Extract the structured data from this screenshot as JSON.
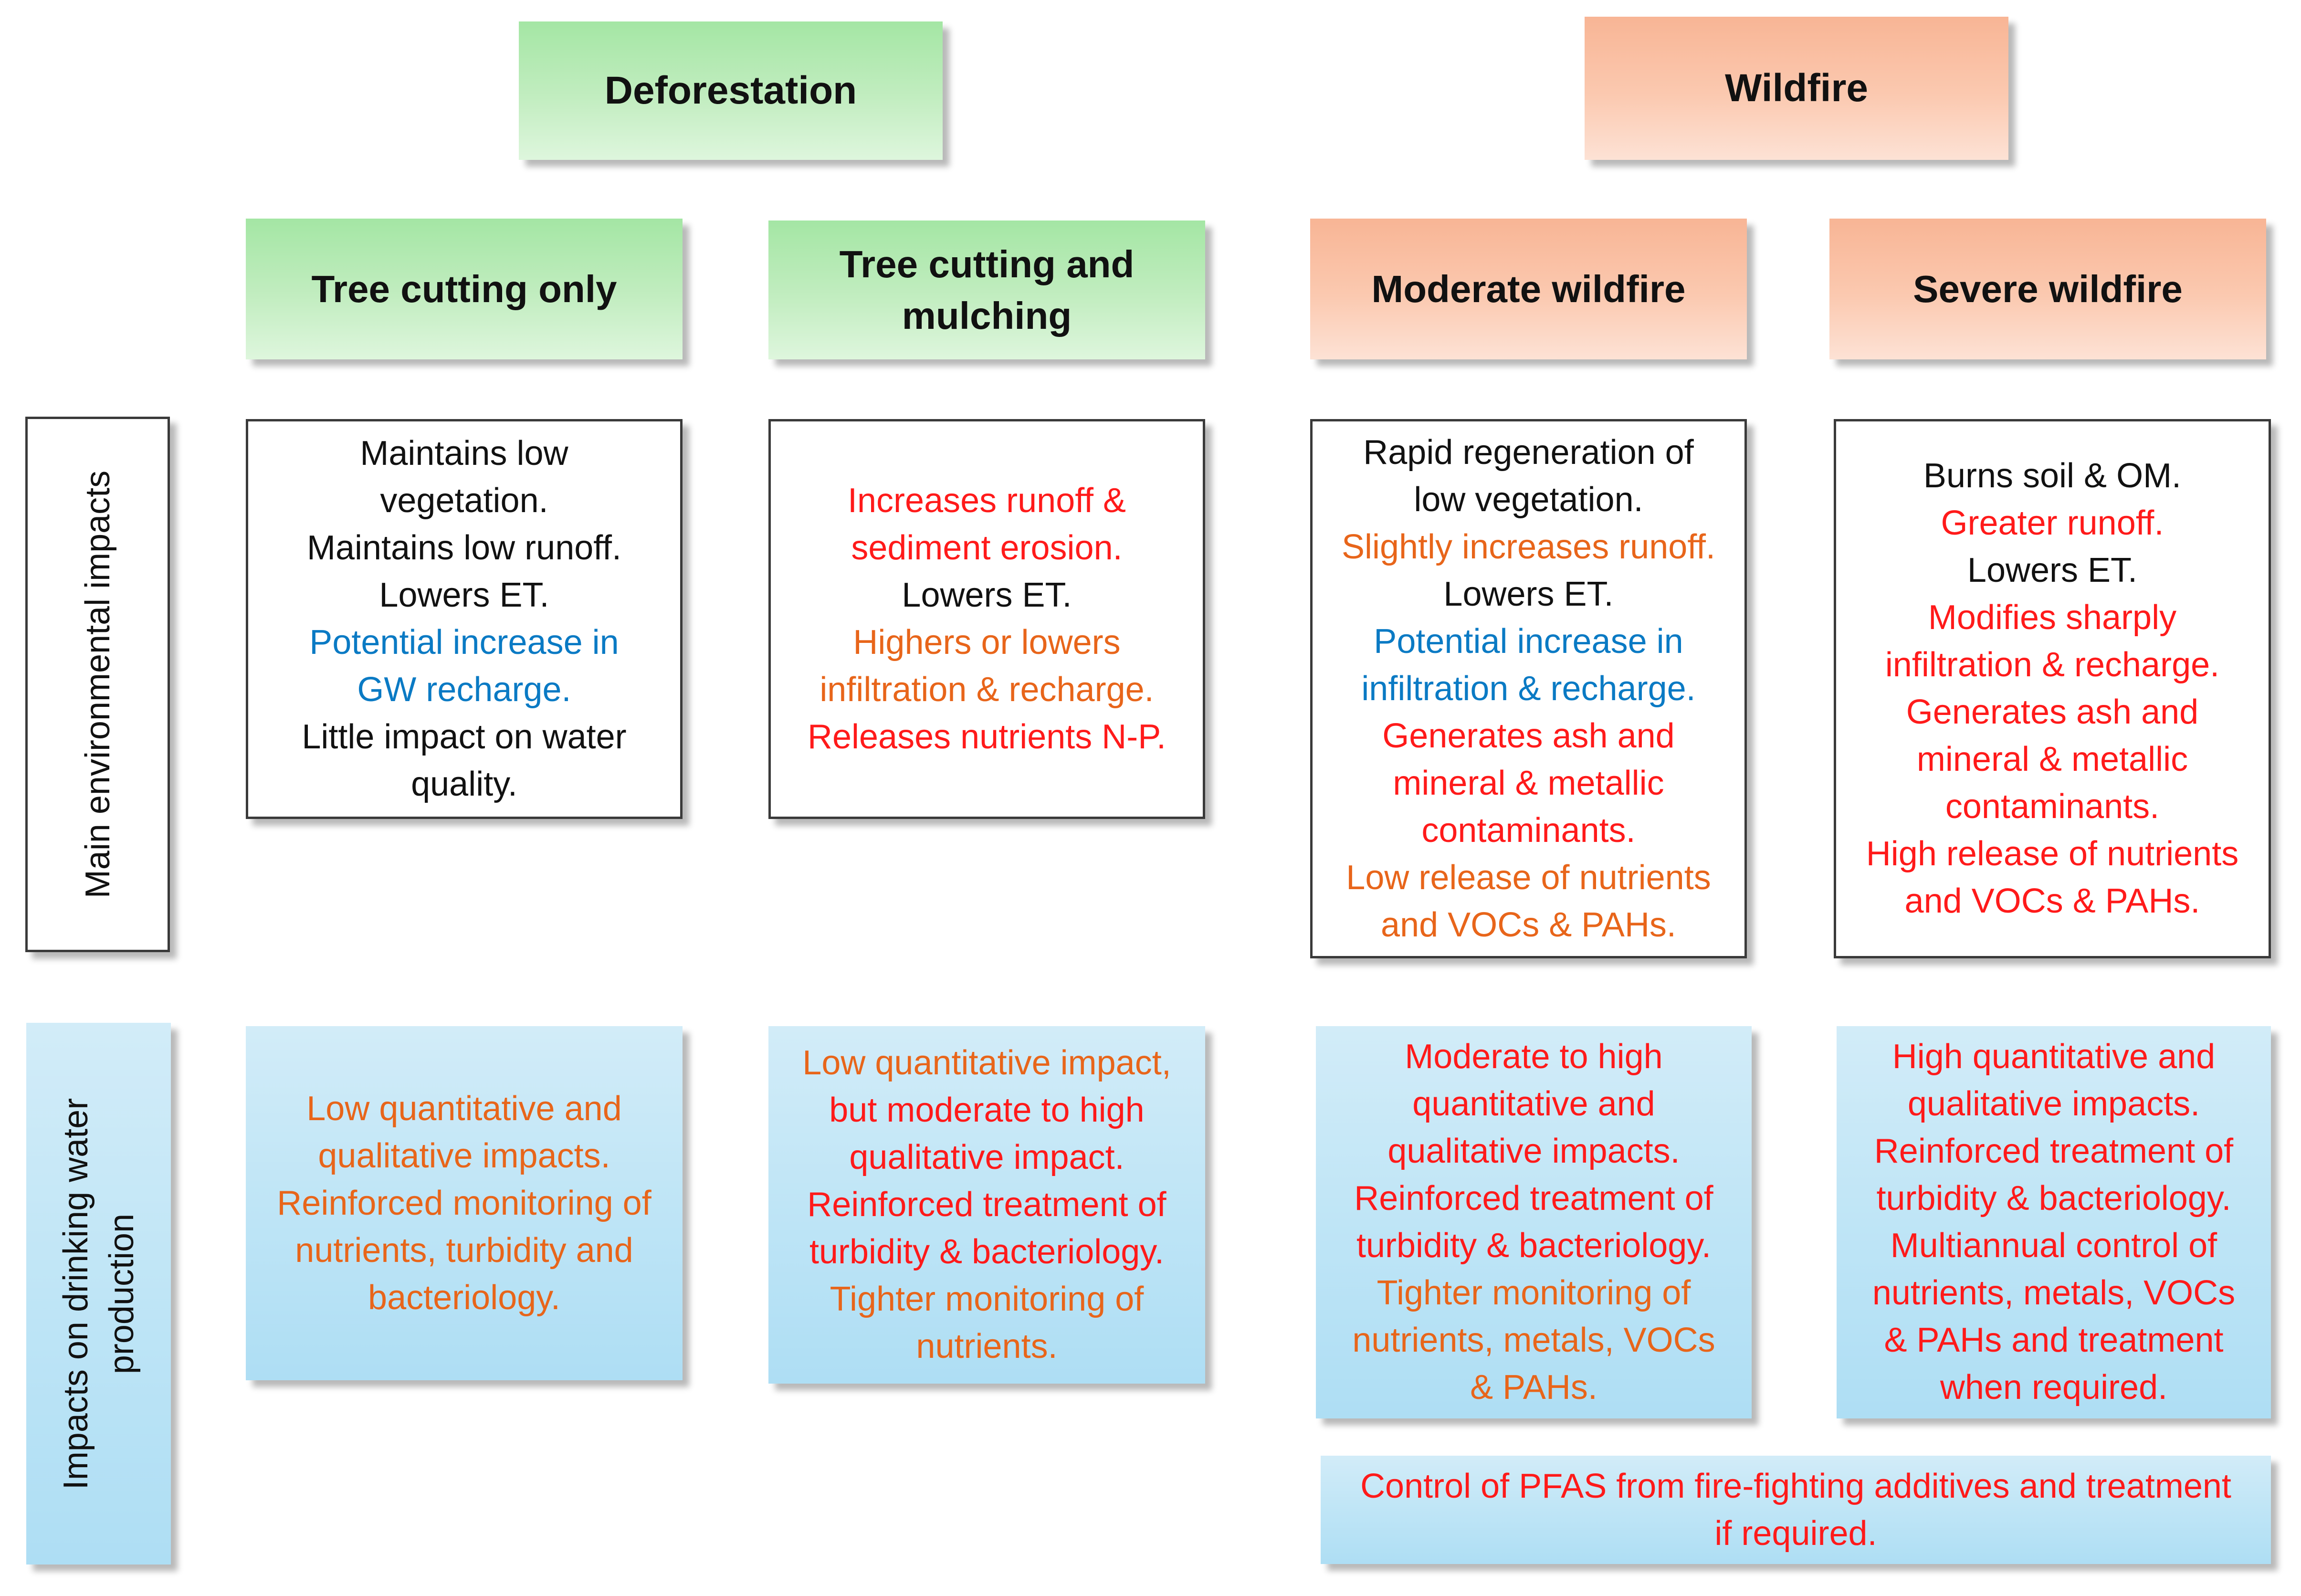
{
  "colors": {
    "black": "#111111",
    "red": "#ff1a1a",
    "orange": "#e8651a",
    "blue": "#0a7ac4",
    "green_fill": "#c2edc0",
    "salmon_fill": "#fbc9b0",
    "light_blue_fill": "#bfe5f6"
  },
  "deforestation": {
    "title": "Deforestation"
  },
  "wildfire": {
    "title": "Wildfire"
  },
  "row_labels": {
    "env": "Main environmental impacts",
    "water_line1": "Impacts on drinking water",
    "water_line2": "production"
  },
  "columns": [
    {
      "id": "tree-cutting-only",
      "header": [
        "Tree cutting only"
      ],
      "env": [
        {
          "text": "Maintains low",
          "color": "#111111"
        },
        {
          "text": "vegetation.",
          "color": "#111111"
        },
        {
          "text": "Maintains low runoff.",
          "color": "#111111"
        },
        {
          "text": "Lowers ET.",
          "color": "#111111"
        },
        {
          "text": "Potential increase in",
          "color": "#0a7ac4"
        },
        {
          "text": "GW recharge.",
          "color": "#0a7ac4"
        },
        {
          "text": "Little impact on water",
          "color": "#111111"
        },
        {
          "text": "quality.",
          "color": "#111111"
        }
      ],
      "water": [
        {
          "text": "Low quantitative and",
          "color": "#e8651a"
        },
        {
          "text": "qualitative impacts.",
          "color": "#e8651a"
        },
        {
          "text": "Reinforced monitoring of",
          "color": "#e8651a"
        },
        {
          "text": "nutrients, turbidity and",
          "color": "#e8651a"
        },
        {
          "text": "bacteriology.",
          "color": "#e8651a"
        }
      ]
    },
    {
      "id": "tree-cutting-mulching",
      "header": [
        "Tree cutting and",
        "mulching"
      ],
      "env": [
        {
          "text": "Increases runoff &",
          "color": "#ff1a1a"
        },
        {
          "text": "sediment erosion.",
          "color": "#ff1a1a"
        },
        {
          "text": "Lowers ET.",
          "color": "#111111"
        },
        {
          "text": "Highers or lowers",
          "color": "#e8651a"
        },
        {
          "text": "infiltration & recharge.",
          "color": "#e8651a"
        },
        {
          "text": "Releases nutrients N-P.",
          "color": "#ff1a1a"
        }
      ],
      "water": [
        {
          "text": "Low quantitative impact,",
          "color": "#e8651a"
        },
        {
          "text": "but moderate to high",
          "color": "#ff1a1a"
        },
        {
          "text": "qualitative impact.",
          "color": "#ff1a1a"
        },
        {
          "text": "Reinforced treatment of",
          "color": "#ff1a1a"
        },
        {
          "text": "turbidity & bacteriology.",
          "color": "#ff1a1a"
        },
        {
          "text": "Tighter monitoring of",
          "color": "#e8651a"
        },
        {
          "text": "nutrients.",
          "color": "#e8651a"
        }
      ]
    },
    {
      "id": "moderate-wildfire",
      "header": [
        "Moderate wildfire"
      ],
      "env": [
        {
          "text": "Rapid regeneration of",
          "color": "#111111"
        },
        {
          "text": "low vegetation.",
          "color": "#111111"
        },
        {
          "text": "Slightly increases runoff.",
          "color": "#e8651a"
        },
        {
          "text": "Lowers ET.",
          "color": "#111111"
        },
        {
          "text": "Potential increase in",
          "color": "#0a7ac4"
        },
        {
          "text": "infiltration & recharge.",
          "color": "#0a7ac4"
        },
        {
          "text": "Generates ash and",
          "color": "#ff1a1a"
        },
        {
          "text": "mineral & metallic",
          "color": "#ff1a1a"
        },
        {
          "text": "contaminants.",
          "color": "#ff1a1a"
        },
        {
          "text": "Low release of nutrients",
          "color": "#e8651a"
        },
        {
          "text": "and VOCs & PAHs.",
          "color": "#e8651a"
        }
      ],
      "water": [
        {
          "text": "Moderate to high",
          "color": "#ff1a1a"
        },
        {
          "text": "quantitative and",
          "color": "#ff1a1a"
        },
        {
          "text": "qualitative impacts.",
          "color": "#ff1a1a"
        },
        {
          "text": "Reinforced treatment of",
          "color": "#ff1a1a"
        },
        {
          "text": "turbidity & bacteriology.",
          "color": "#ff1a1a"
        },
        {
          "text": "Tighter monitoring of",
          "color": "#e8651a"
        },
        {
          "text": "nutrients, metals, VOCs",
          "color": "#e8651a"
        },
        {
          "text": "& PAHs.",
          "color": "#e8651a"
        }
      ]
    },
    {
      "id": "severe-wildfire",
      "header": [
        "Severe wildfire"
      ],
      "env": [
        {
          "text": "Burns soil & OM.",
          "color": "#111111"
        },
        {
          "text": "Greater runoff.",
          "color": "#ff1a1a"
        },
        {
          "text": "Lowers ET.",
          "color": "#111111"
        },
        {
          "text": "Modifies sharply",
          "color": "#ff1a1a"
        },
        {
          "text": "infiltration & recharge.",
          "color": "#ff1a1a"
        },
        {
          "text": "Generates ash and",
          "color": "#ff1a1a"
        },
        {
          "text": "mineral & metallic",
          "color": "#ff1a1a"
        },
        {
          "text": "contaminants.",
          "color": "#ff1a1a"
        },
        {
          "text": "High release of nutrients",
          "color": "#ff1a1a"
        },
        {
          "text": "and VOCs & PAHs.",
          "color": "#ff1a1a"
        }
      ],
      "water": [
        {
          "text": "High quantitative and",
          "color": "#ff1a1a"
        },
        {
          "text": "qualitative impacts.",
          "color": "#ff1a1a"
        },
        {
          "text": "Reinforced treatment of",
          "color": "#ff1a1a"
        },
        {
          "text": "turbidity & bacteriology.",
          "color": "#ff1a1a"
        },
        {
          "text": "Multiannual control of",
          "color": "#ff1a1a"
        },
        {
          "text": "nutrients, metals, VOCs",
          "color": "#ff1a1a"
        },
        {
          "text": "& PAHs and treatment",
          "color": "#ff1a1a"
        },
        {
          "text": "when required.",
          "color": "#ff1a1a"
        }
      ]
    }
  ],
  "pfas": {
    "lines": [
      {
        "text": "Control of PFAS from fire-fighting additives and treatment",
        "color": "#ff1a1a"
      },
      {
        "text": "if required.",
        "color": "#ff1a1a"
      }
    ]
  }
}
